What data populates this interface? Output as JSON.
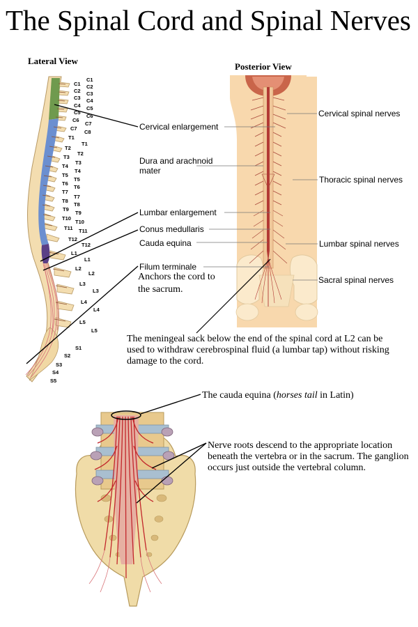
{
  "title": "The Spinal Cord and Spinal Nerves",
  "lateral_view": {
    "label": "Lateral View",
    "cervical": [
      "C1",
      "C1",
      "C2",
      "C2",
      "C3",
      "C3",
      "C4",
      "C4",
      "C5",
      "C5",
      "C6",
      "C6",
      "C7",
      "C7",
      "C8"
    ],
    "thoracic": [
      "T1",
      "T1",
      "T2",
      "T2",
      "T3",
      "T3",
      "T4",
      "T4",
      "T5",
      "T5",
      "T6",
      "T6",
      "T7",
      "T7",
      "T8",
      "T8",
      "T9",
      "T9",
      "T10",
      "T10",
      "T11",
      "T11",
      "T12",
      "T12"
    ],
    "lumbar": [
      "L1",
      "L1",
      "L2",
      "L2",
      "L3",
      "L3",
      "L4",
      "L4",
      "L5",
      "L5"
    ],
    "sacral": [
      "S1",
      "S2",
      "S3",
      "S4",
      "S5"
    ]
  },
  "posterior_view": {
    "label": "Posterior View",
    "cervical_nerves": "Cervical spinal nerves",
    "thoracic_nerves": "Thoracic spinal nerves",
    "lumbar_nerves": "Lumbar spinal nerves",
    "sacral_nerves": "Sacral spinal nerves"
  },
  "center_labels": {
    "cervical_enlargement": "Cervical enlargement",
    "dura_line1": "Dura and arachnoid",
    "dura_line2": "mater",
    "lumbar_enlargement": "Lumbar enlargement",
    "conus_medullaris": "Conus medullaris",
    "cauda_equina": "Cauda equina",
    "filum_terminale": "Filum terminale",
    "filum_note_line1": "Anchors the cord to",
    "filum_note_line2": "the sacrum."
  },
  "notes": {
    "meningeal_sack": "The meningeal sack below the end of the spinal cord at L2 can be used to withdraw cerebrospinal fluid (a lumbar tap) without risking damage to the cord.",
    "cauda_prefix": "The cauda equina (",
    "cauda_italic": "horses tail",
    "cauda_suffix": " in Latin)",
    "nerve_roots": "Nerve roots descend to the appropriate location beneath the vertebra or in the sacrum.  The ganglion occurs just outside the vertebral column."
  },
  "colors": {
    "cervical_region": "#6f9a4e",
    "thoracic_region": "#6b8fd0",
    "lumbar_region": "#5a3f86",
    "vertebra": "#f3ddb0",
    "nerve": "#c2262b",
    "skin": "#f8d8ad"
  }
}
